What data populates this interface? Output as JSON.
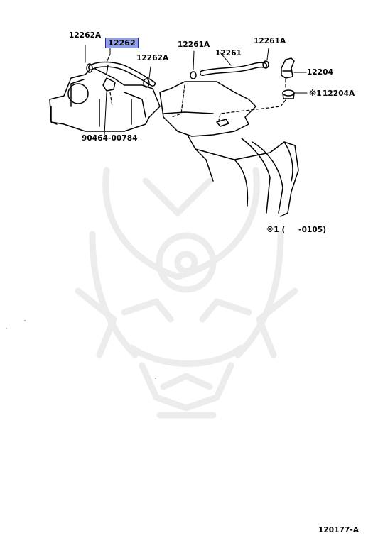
{
  "labels": {
    "part_12262A_left": "12262A",
    "part_12262_highlight": "12262",
    "part_12262A_right": "12262A",
    "part_12261A_left": "12261A",
    "part_12261": "12261",
    "part_12261A_right": "12261A",
    "part_12204": "12204",
    "note_marker_12204A": "※1",
    "part_12204A": "12204A",
    "part_90464": "90464-00784",
    "note_applicability": "※1 (     -0105)",
    "illustration_code": "120177-A"
  },
  "colors": {
    "highlight": "#8f9fe6",
    "line": "#000000",
    "watermark": "#eeeeee"
  }
}
